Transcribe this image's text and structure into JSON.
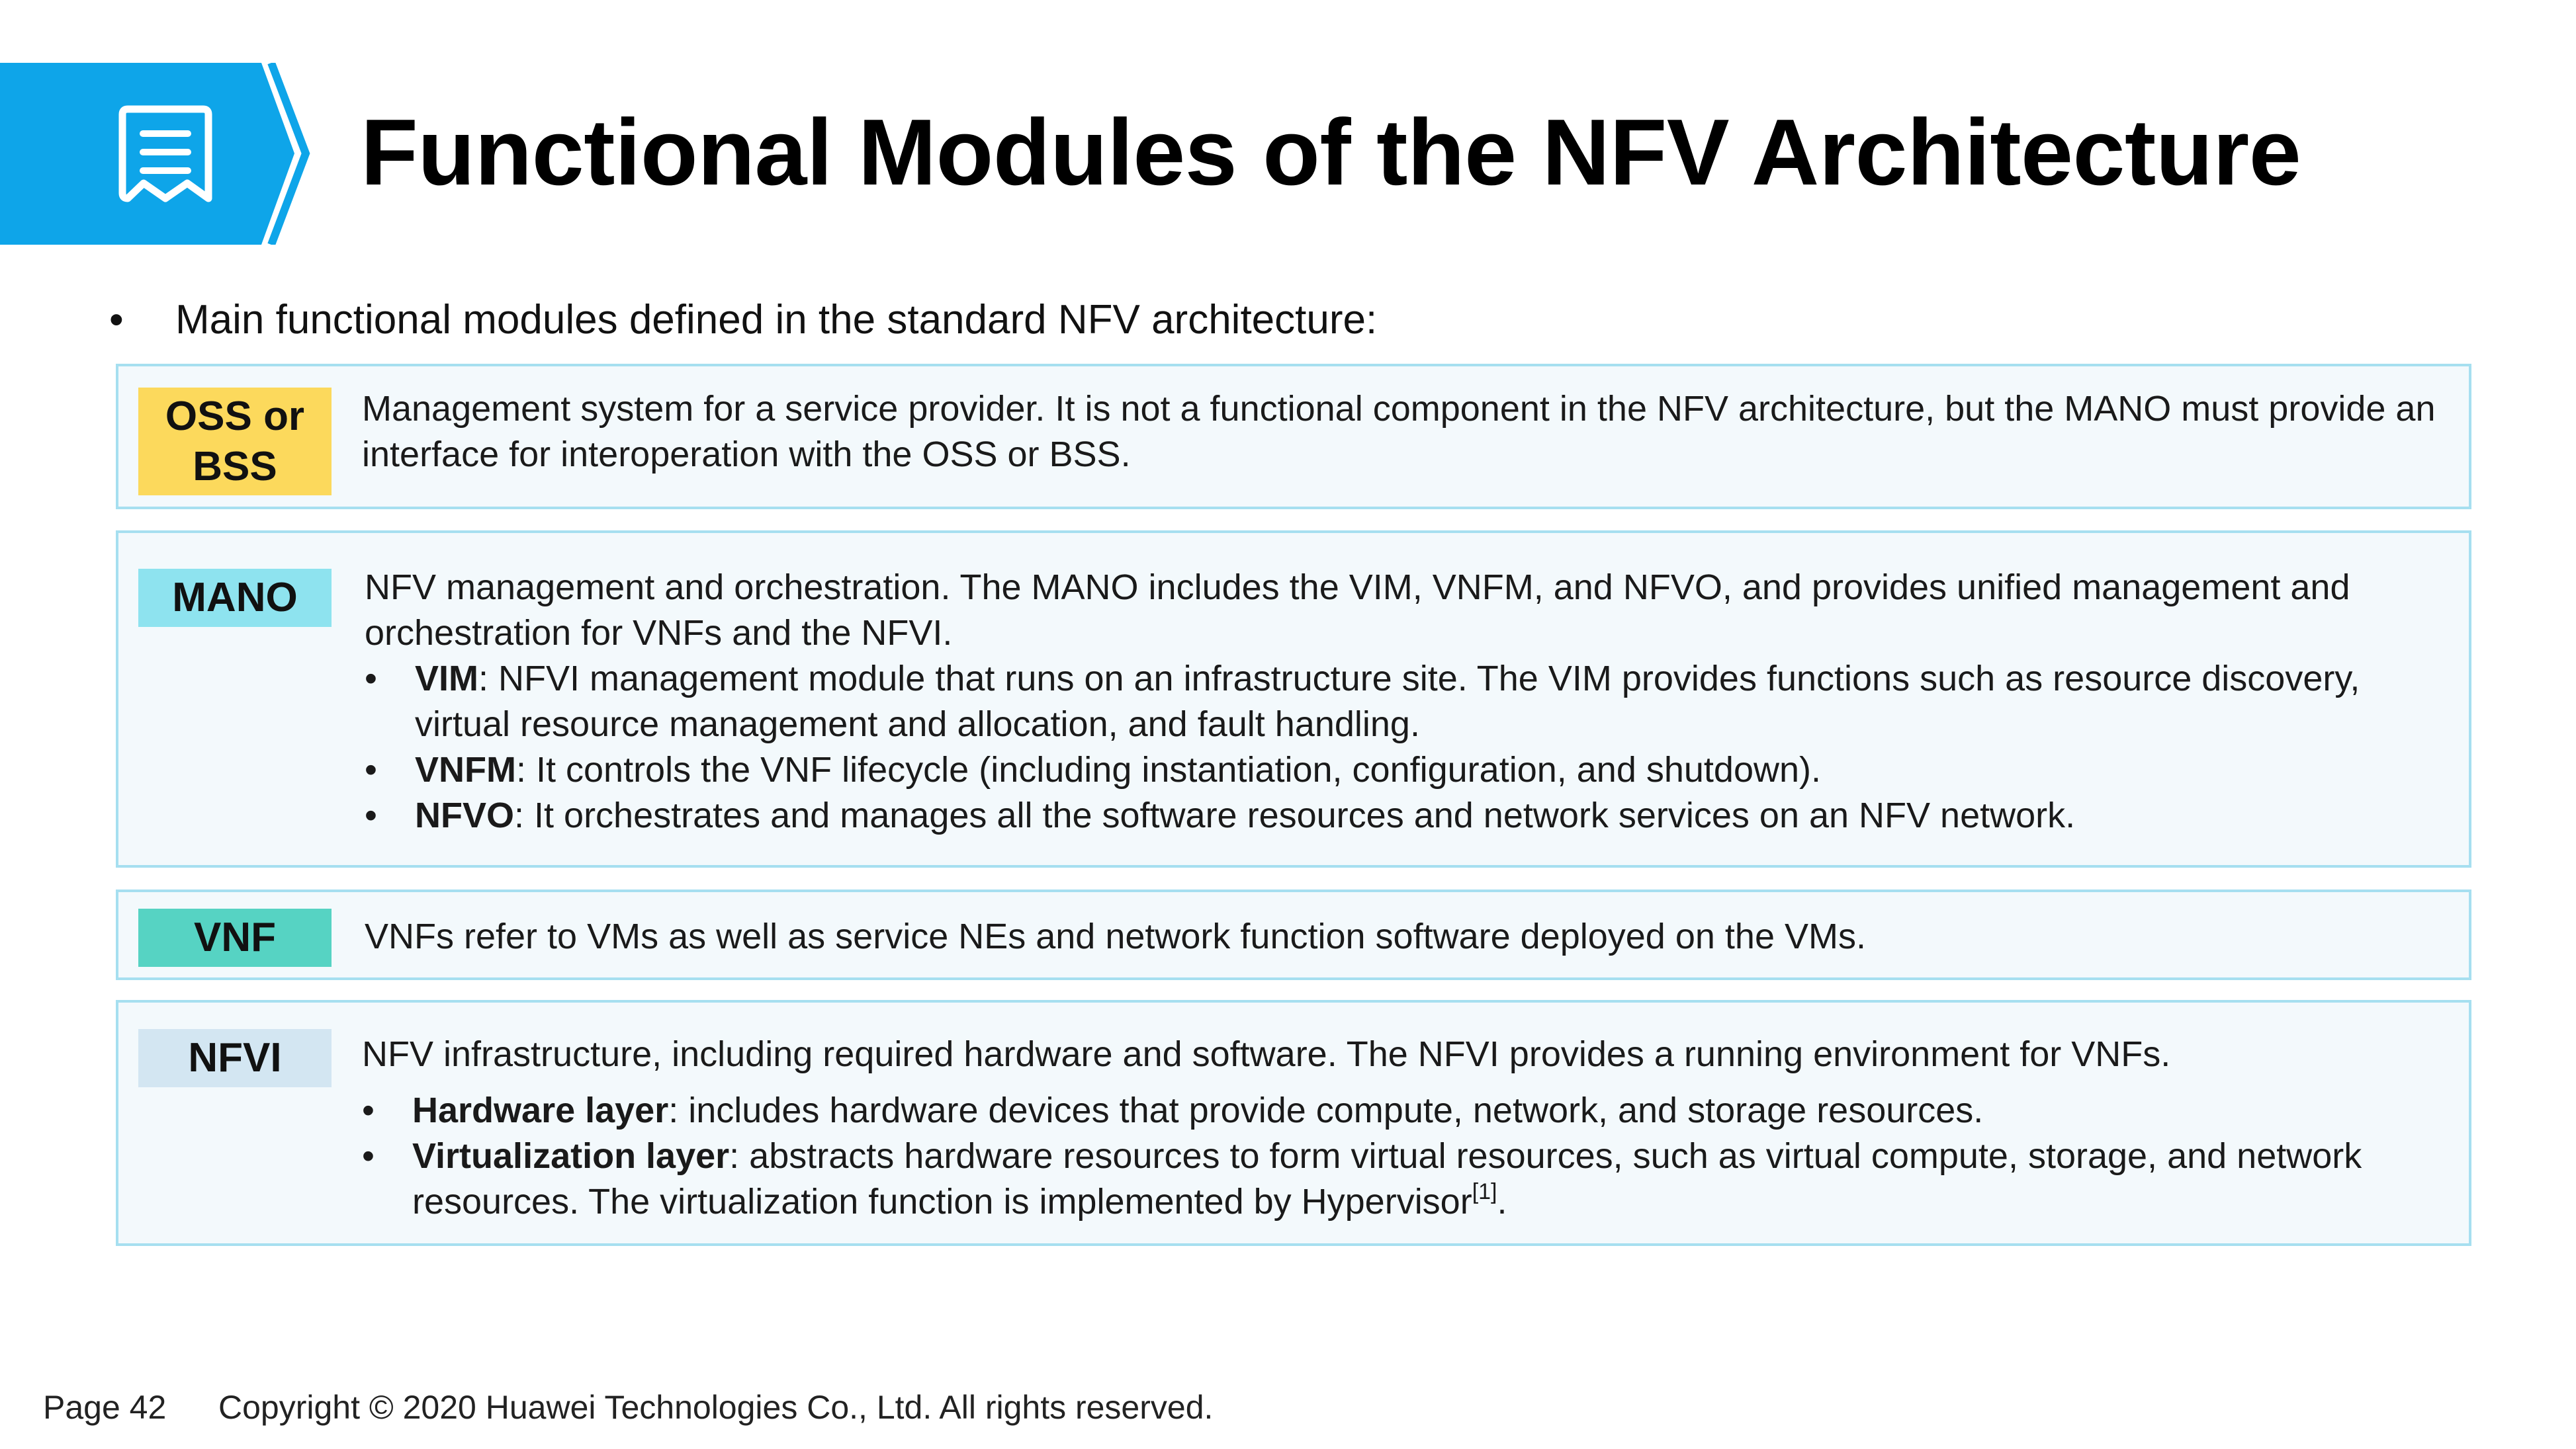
{
  "header": {
    "title": "Functional Modules of the NFV Architecture",
    "icon": "document-list-icon",
    "accent_color": "#0ea5e9"
  },
  "intro": {
    "bullet": "•",
    "text": "Main functional modules defined in the standard NFV architecture:"
  },
  "modules": {
    "oss": {
      "tag": "OSS or BSS",
      "tag_color": "#fcd95c",
      "description": "Management system for a service provider. It is not a functional component in the NFV architecture, but the MANO must provide an interface for interoperation with the OSS or BSS."
    },
    "mano": {
      "tag": "MANO",
      "tag_color": "#8ee3ef",
      "description": "NFV management and orchestration. The MANO includes the VIM, VNFM, and NFVO, and provides unified management and orchestration for VNFs and the NFVI.",
      "items": [
        {
          "bullet": "•",
          "term": "VIM",
          "text": ": NFVI management module that runs on an infrastructure site. The VIM provides functions such as resource discovery, virtual resource management and allocation, and fault handling."
        },
        {
          "bullet": "•",
          "term": "VNFM",
          "text": ": It controls the VNF lifecycle (including instantiation, configuration, and shutdown)."
        },
        {
          "bullet": "•",
          "term": "NFVO",
          "text": ": It orchestrates and manages all the software resources and network services on an NFV network."
        }
      ]
    },
    "vnf": {
      "tag": "VNF",
      "tag_color": "#56d3c3",
      "description": "VNFs refer to VMs as well as service NEs and network function software deployed on the VMs."
    },
    "nfvi": {
      "tag": "NFVI",
      "tag_color": "#d3e6f2",
      "description": "NFV infrastructure, including required hardware and software. The NFVI provides a running environment for VNFs.",
      "items": [
        {
          "bullet": "•",
          "term": "Hardware layer",
          "text": ": includes hardware devices that provide compute, network, and storage resources."
        },
        {
          "bullet": "•",
          "term": "Virtualization layer",
          "text": ": abstracts hardware resources to form virtual resources, such as virtual compute, storage, and network resources. The virtualization function is implemented by Hypervisor",
          "sup": "[1]",
          "end": "."
        }
      ]
    }
  },
  "footer": {
    "page": "Page 42",
    "copyright": "Copyright © 2020 Huawei Technologies Co., Ltd. All rights reserved."
  }
}
